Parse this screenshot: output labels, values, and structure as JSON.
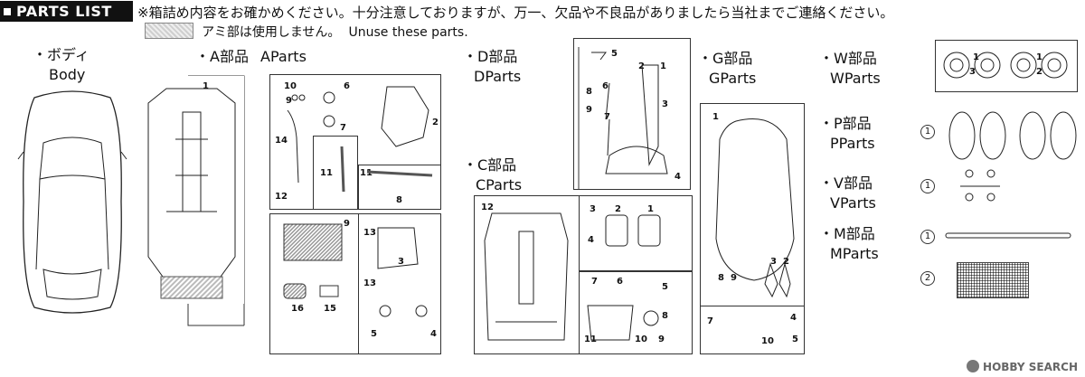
{
  "header": {
    "badge": "PARTS LIST",
    "notice": "※箱詰め内容をお確かめください。十分注意しておりますが、万一、欠品や不良品がありましたら当社までご連絡ください。",
    "unuse_jp": "アミ部は使用しません。",
    "unuse_en": "Unuse these parts."
  },
  "sections": {
    "body": {
      "jp": "・ボディ",
      "en": "Body"
    },
    "a": {
      "jp": "・A部品",
      "en": "AParts"
    },
    "d": {
      "jp": "・D部品",
      "en": "DParts"
    },
    "c": {
      "jp": "・C部品",
      "en": "CParts"
    },
    "g": {
      "jp": "・G部品",
      "en": "GParts"
    },
    "w": {
      "jp": "・W部品",
      "en": "WParts"
    },
    "p": {
      "jp": "・P部品",
      "en": "PParts"
    },
    "v": {
      "jp": "・V部品",
      "en": "VParts"
    },
    "m": {
      "jp": "・M部品",
      "en": "MParts"
    }
  },
  "circled": {
    "one": "1",
    "two": "2"
  },
  "numbers": {
    "a1": "1",
    "a2": "2",
    "a3": "3",
    "a4": "4",
    "a5": "5",
    "a6": "6",
    "a7": "7",
    "a8": "8",
    "a9": "9",
    "a10": "10",
    "a11": "11",
    "a11b": "11",
    "a12": "12",
    "a13": "13",
    "a13b": "13",
    "a14": "14",
    "a15": "15",
    "a16": "16",
    "d1": "1",
    "d2": "2",
    "d3": "3",
    "d4": "4",
    "d5": "5",
    "d6": "6",
    "d7": "7",
    "d8": "8",
    "d9": "9",
    "c1": "1",
    "c2": "2",
    "c3": "3",
    "c4": "4",
    "c5": "5",
    "c6": "6",
    "c7": "7",
    "c8": "8",
    "c9": "9",
    "c10": "10",
    "c11": "11",
    "c12": "12",
    "g1": "1",
    "g2": "2",
    "g3": "3",
    "g4": "4",
    "g5": "5",
    "g7": "7",
    "g8": "8",
    "g9": "9",
    "g10": "10",
    "w1": "1",
    "w1b": "1",
    "w2": "2",
    "w3": "3"
  },
  "watermark": "HOBBY SEARCH"
}
